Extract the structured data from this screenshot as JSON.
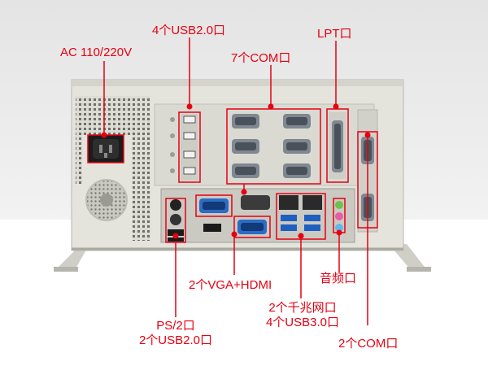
{
  "labels": {
    "ac_power": "AC 110/220V",
    "usb20_front": "4个USB2.0口",
    "com_7": "7个COM口",
    "lpt": "LPT口",
    "vga_hdmi": "2个VGA+HDMI",
    "audio": "音频口",
    "lan_usb30_line1": "2个千兆网口",
    "lan_usb30_line2": "4个USB3.0口",
    "ps2_line1": "PS/2口",
    "ps2_line2": "2个USB2.0口",
    "com_2": "2个COM口"
  },
  "colors": {
    "annotation_red": "#e60012",
    "chassis": "#e3e3dc",
    "background_top": "#e8e8e8"
  }
}
